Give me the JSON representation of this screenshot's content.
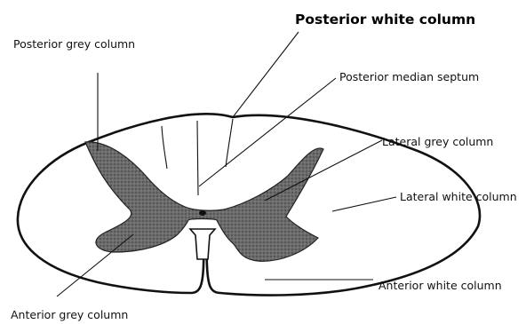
{
  "labels": {
    "posterior_white_column": "Posterior white column",
    "posterior_grey_column": "Posterior grey column",
    "posterior_median_septum": "Posterior median septum",
    "lateral_grey_column": "Lateral grey column",
    "lateral_white_column": "Lateral white column",
    "anterior_white_column": "Anterior white column",
    "anterior_grey_column": "Anterior grey column"
  },
  "colors": {
    "outline": "#111111",
    "white_matter": "#ffffff",
    "grey_matter": "#5a5a5a",
    "text": "#111111"
  }
}
